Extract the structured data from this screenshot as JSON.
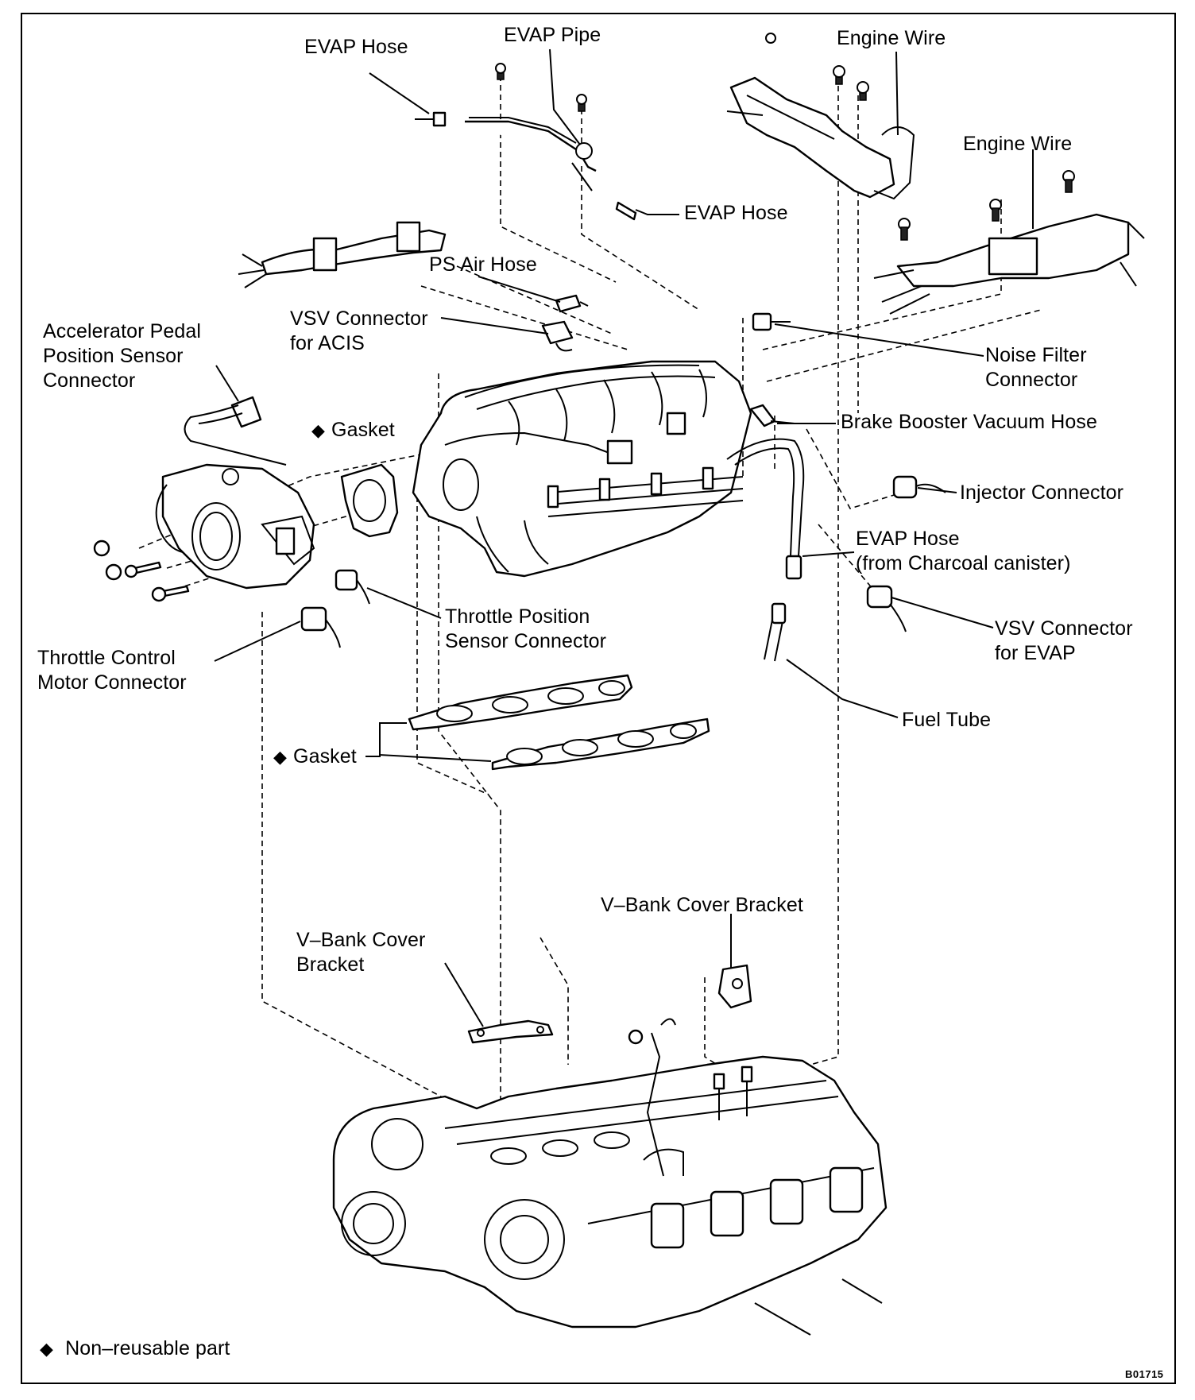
{
  "labels": {
    "evap_hose_top": "EVAP Hose",
    "evap_pipe": "EVAP Pipe",
    "engine_wire_1": "Engine Wire",
    "engine_wire_2": "Engine Wire",
    "evap_hose_mid": "EVAP Hose",
    "ps_air_hose": "PS Air Hose",
    "vsv_acis": "VSV Connector\nfor ACIS",
    "accel_pedal": "Accelerator Pedal\nPosition Sensor\nConnector",
    "noise_filter": "Noise Filter\nConnector",
    "gasket_throttle": "Gasket",
    "brake_booster": "Brake Booster Vacuum Hose",
    "injector": "Injector Connector",
    "evap_hose_canister": "EVAP Hose\n(from Charcoal canister)",
    "vsv_evap": "VSV Connector\nfor EVAP",
    "throttle_position": "Throttle Position\nSensor Connector",
    "throttle_motor": "Throttle Control\nMotor Connector",
    "fuel_tube": "Fuel Tube",
    "gasket_intake": "Gasket",
    "vbank_bracket_1": "V–Bank Cover Bracket",
    "vbank_bracket_2": "V–Bank Cover\nBracket"
  },
  "legend": {
    "symbol_name": "diamond-icon",
    "text": "Non–reusable part"
  },
  "figure_code": "B01715"
}
